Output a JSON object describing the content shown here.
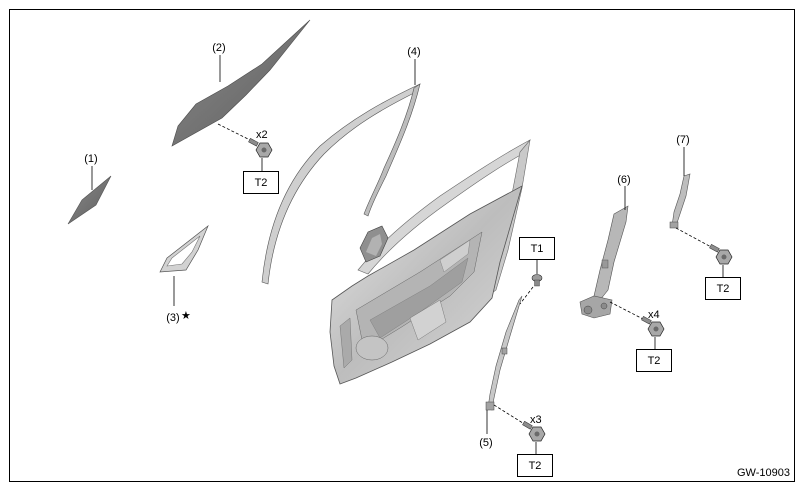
{
  "diagram": {
    "part_labels": [
      "(1)",
      "(2)",
      "(3)",
      "(4)",
      "(5)",
      "(6)",
      "(7)"
    ],
    "star_mark": "★",
    "torque_labels": [
      "T1",
      "T2"
    ],
    "quantities": [
      "x2",
      "x3",
      "x4"
    ],
    "figure_code": "GW-10903"
  },
  "colors": {
    "frame": "#000000",
    "part_dark": "#6f6f6f",
    "part_light": "#cfcfcf",
    "part_mid": "#a9a9a9",
    "leader": "#000000"
  }
}
